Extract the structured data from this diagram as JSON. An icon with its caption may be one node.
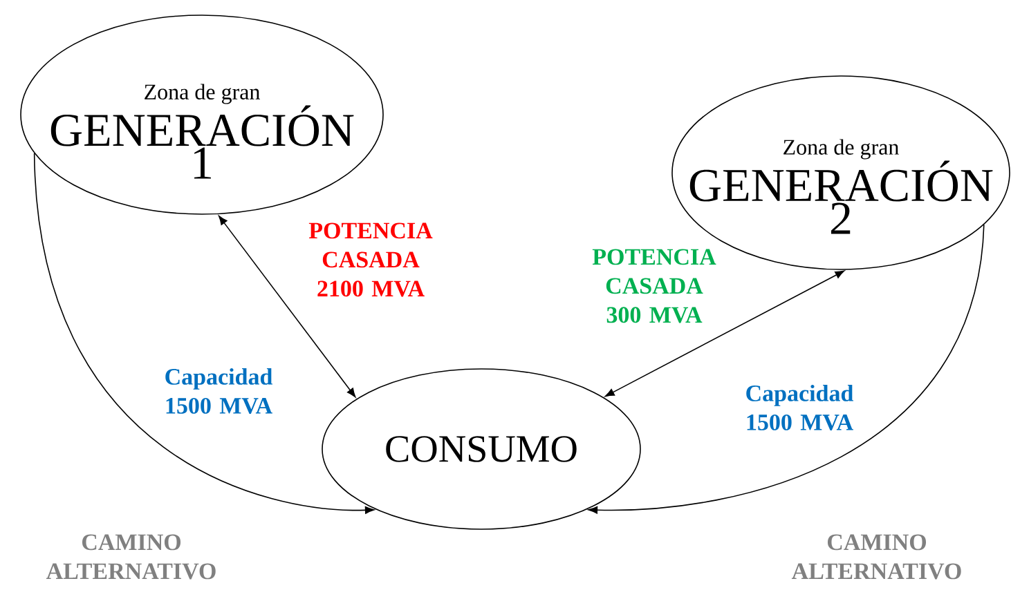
{
  "diagram": {
    "nodes": [
      {
        "text": [
          "Zona de gran",
          "GENERACIÓN",
          "1"
        ]
      },
      {
        "text": [
          "Zona de gran",
          "GENERACIÓN",
          "2"
        ]
      },
      {
        "text": [
          "CONSUMO"
        ]
      }
    ],
    "edges": [
      {
        "from": 0,
        "to": 2,
        "arrow": "both",
        "label": "POTENCIA CASADA 2100 MVA"
      },
      {
        "from": 1,
        "to": 2,
        "arrow": "both",
        "label": "POTENCIA CASADA 300 MVA"
      },
      {
        "from": 0,
        "to": 2,
        "arrow": "to",
        "label": "Capacidad 1500 MVA"
      },
      {
        "from": 1,
        "to": 2,
        "arrow": "to",
        "label": "Capacidad 1500 MVA"
      }
    ],
    "labels": [
      "CAMINO ALTERNATIVO",
      "CAMINO ALTERNATIVO"
    ]
  }
}
